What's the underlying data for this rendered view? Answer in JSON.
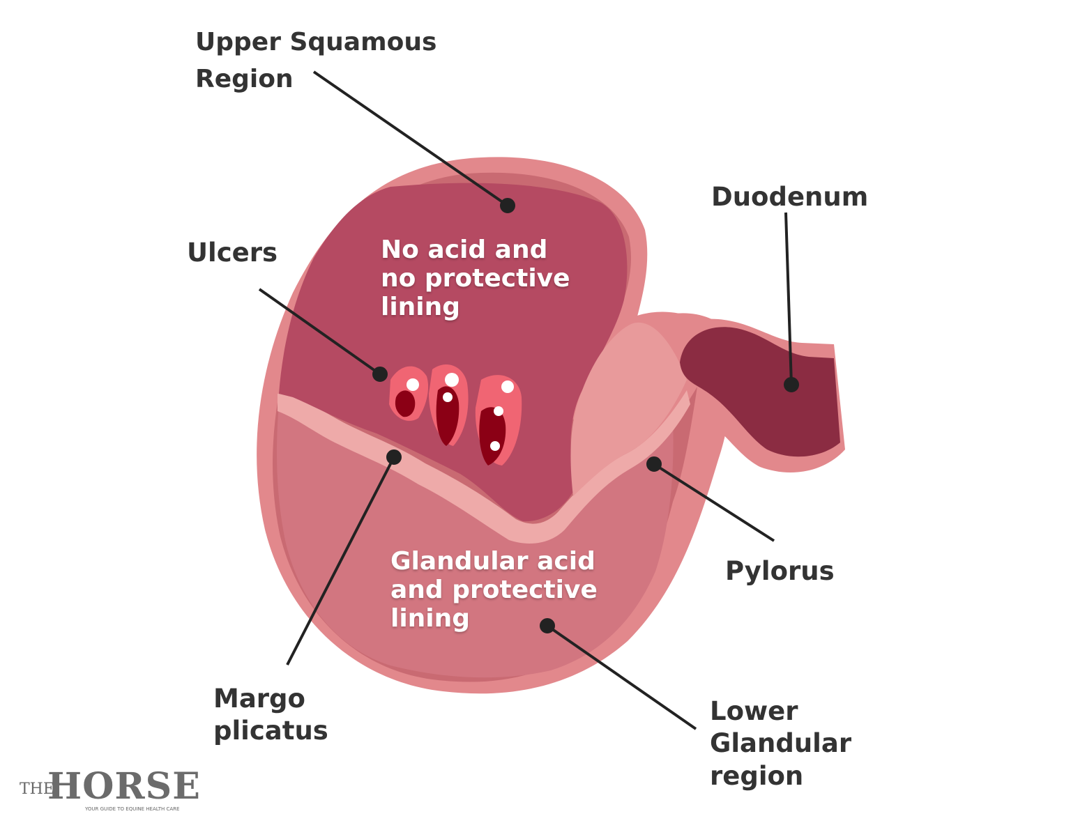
{
  "colors": {
    "stomach_outer": "#e2888c",
    "stomach_rim": "#c96a72",
    "squamous": "#b54a62",
    "glandular": "#d27680",
    "margo_band": "#eeaaa9",
    "duodenum": "#8b2c42",
    "ulcer_dark": "#8b0015",
    "ulcer_light": "#ff6b78",
    "text": "#333333"
  },
  "labels": {
    "upper_squamous_line1": "Upper Squamous",
    "upper_squamous_line2": "Region",
    "ulcers": "Ulcers",
    "duodenum": "Duodenum",
    "pylorus": "Pylorus",
    "margo_line1": "Margo",
    "margo_line2": "plicatus",
    "lower_glandular_line1": "Lower",
    "lower_glandular_line2": "Glandular",
    "lower_glandular_line3": "region"
  },
  "region_text": {
    "squamous_line1": "No acid and",
    "squamous_line2": "no protective",
    "squamous_line3": "lining",
    "glandular_line1": "Glandular acid",
    "glandular_line2": "and protective",
    "glandular_line3": "lining"
  },
  "logo": {
    "prefix": "THE",
    "name": "HORSE",
    "tagline": "YOUR GUIDE TO EQUINE HEALTH CARE"
  }
}
